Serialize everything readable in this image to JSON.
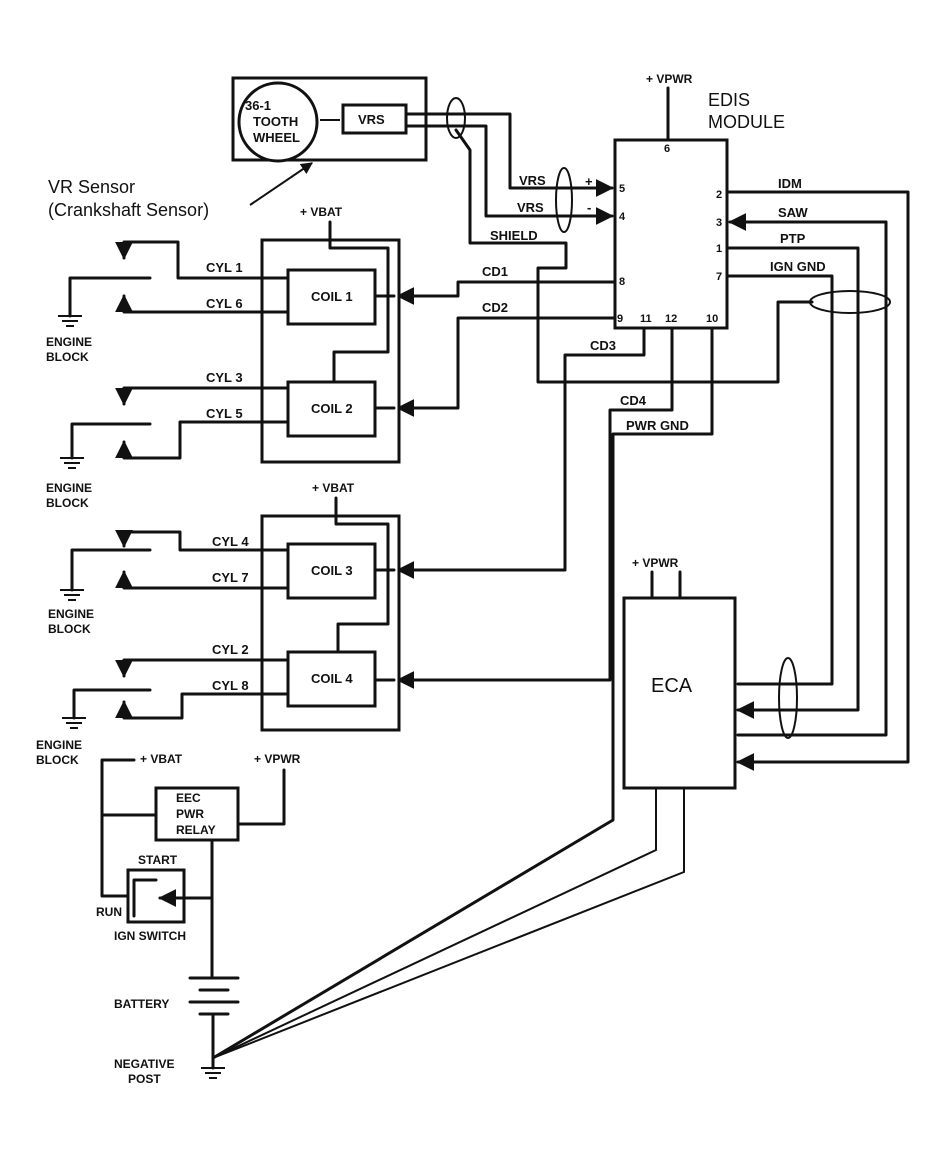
{
  "vr_box": {
    "wheel_line1": "36-1",
    "wheel_line2": "TOOTH",
    "wheel_line3": "WHEEL",
    "vrs": "VRS"
  },
  "vr_sensor": {
    "line1": "VR Sensor",
    "line2": "(Crankshaft Sensor)"
  },
  "edis": {
    "title1": "EDIS",
    "title2": "MODULE",
    "vpwr": "+ VPWR",
    "pins": {
      "p6": "6",
      "p5": "5",
      "p4": "4",
      "p8": "8",
      "p9": "9",
      "p11": "11",
      "p12": "12",
      "p10": "10",
      "p2": "2",
      "p3": "3",
      "p1": "1",
      "p7": "7"
    }
  },
  "signals": {
    "vrs_plus": "VRS",
    "plus": "+",
    "vrs_minus": "VRS",
    "minus": "-",
    "shield": "SHIELD",
    "cd1": "CD1",
    "cd2": "CD2",
    "cd3": "CD3",
    "cd4": "CD4",
    "pwr_gnd": "PWR GND",
    "idm": "IDM",
    "saw": "SAW",
    "ptp": "PTP",
    "ign_gnd": "IGN GND"
  },
  "coils": {
    "vbat_top": "+ VBAT",
    "vbat_bottom": "+ VBAT",
    "coil1": "COIL 1",
    "coil2": "COIL 2",
    "coil3": "COIL 3",
    "coil4": "COIL 4",
    "cyl1": "CYL 1",
    "cyl6": "CYL 6",
    "cyl3": "CYL 3",
    "cyl5": "CYL 5",
    "cyl4": "CYL 4",
    "cyl7": "CYL 7",
    "cyl2": "CYL 2",
    "cyl8": "CYL 8"
  },
  "engine_block": {
    "line1": "ENGINE",
    "line2": "BLOCK"
  },
  "eca": {
    "label": "ECA",
    "vpwr": "+ VPWR"
  },
  "relay": {
    "vbat": "+ VBAT",
    "vpwr": "+ VPWR",
    "line1": "EEC",
    "line2": "PWR",
    "line3": "RELAY",
    "start": "START",
    "run": "RUN",
    "ign_switch": "IGN SWITCH",
    "battery": "BATTERY",
    "neg1": "NEGATIVE",
    "neg2": "POST"
  }
}
